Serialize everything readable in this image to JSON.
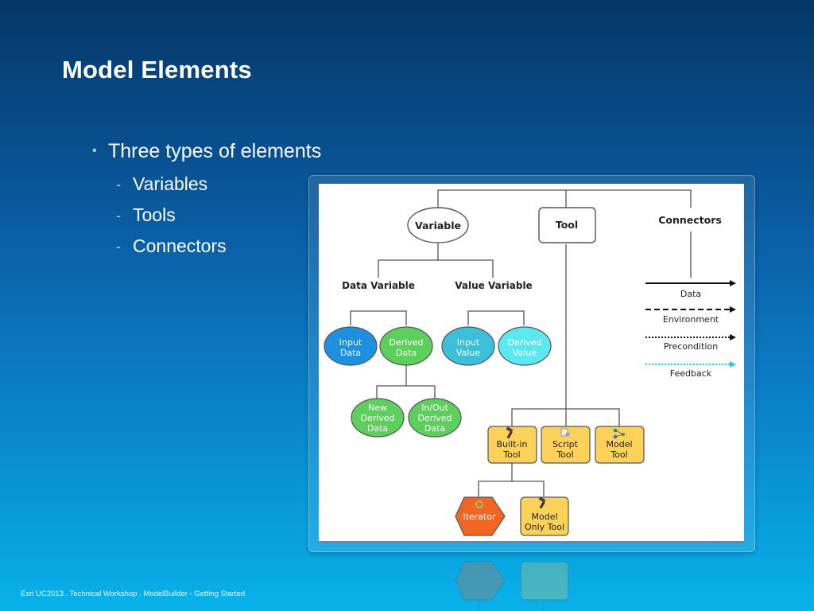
{
  "slide": {
    "title": "Model Elements",
    "bullet": "Three types of elements",
    "subbullets": [
      "Variables",
      "Tools",
      "Connectors"
    ],
    "footer": "Esri UC2013 . Technical Workshop . ModelBuilder - Getting Started"
  },
  "diagram": {
    "variable": "Variable",
    "tool": "Tool",
    "connectors": "Connectors",
    "data_variable": "Data Variable",
    "value_variable": "Value Variable",
    "input_data": [
      "Input",
      "Data"
    ],
    "derived_data": [
      "Derived",
      "Data"
    ],
    "input_value": [
      "Input",
      "Value"
    ],
    "derived_value": [
      "Derived",
      "Value"
    ],
    "new_derived_data": [
      "New",
      "Derived",
      "Data"
    ],
    "inout_derived_data": [
      "In/Out",
      "Derived",
      "Data"
    ],
    "builtin_tool": [
      "Built-in",
      "Tool"
    ],
    "script_tool": [
      "Script",
      "Tool"
    ],
    "model_tool": [
      "Model",
      "Tool"
    ],
    "iterator": "Iterator",
    "model_only_tool": [
      "Model",
      "Only Tool"
    ],
    "connector_types": [
      "Data",
      "Environment",
      "Precondition",
      "Feedback"
    ],
    "colors": {
      "input_data": "#1e90e0",
      "derived_data": "#5ccf5c",
      "input_value": "#3cbfd8",
      "derived_value": "#5ce8f0",
      "tool": "#fdd25a",
      "iterator": "#f26522",
      "feedback": "#30c0ea"
    }
  }
}
